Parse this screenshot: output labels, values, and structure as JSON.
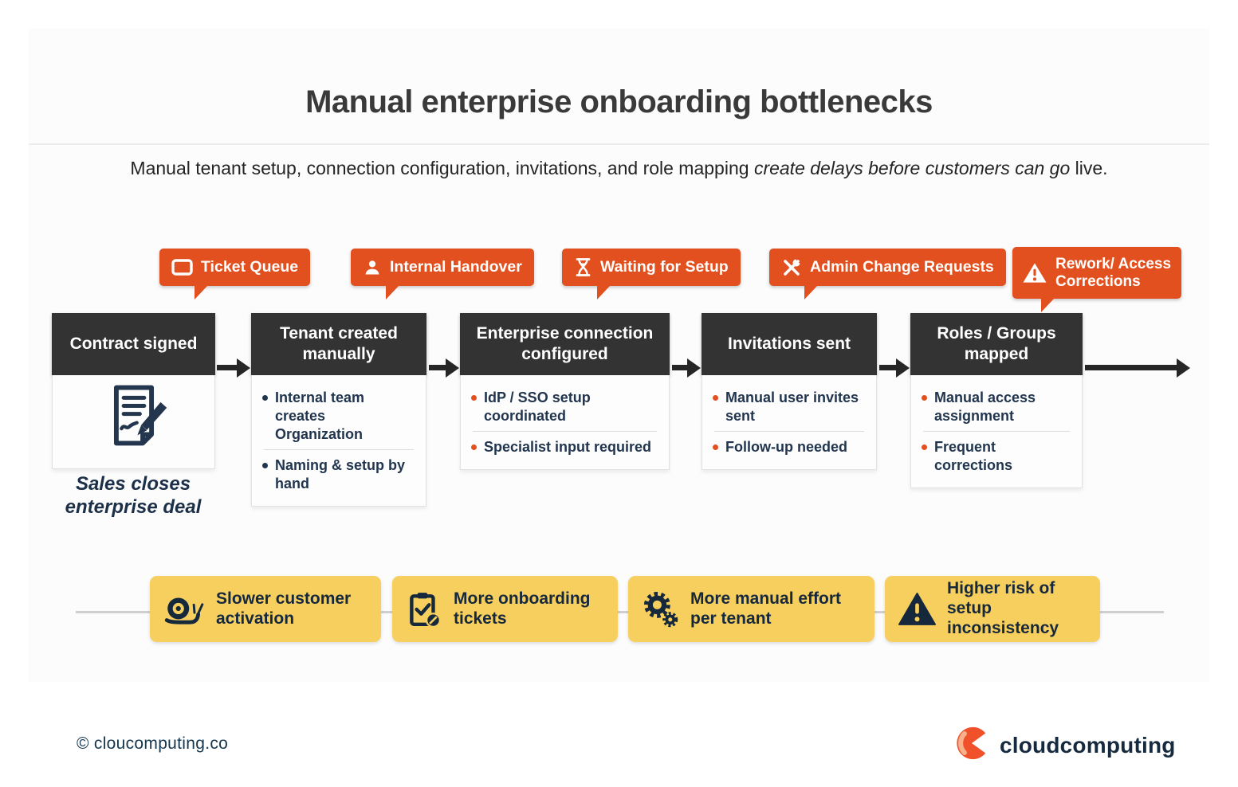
{
  "title": "Manual enterprise onboarding bottlenecks",
  "subtitle": {
    "pre": "Manual tenant setup, connection configuration, invitations, and role mapping ",
    "italic": "create delays before customers can go",
    "post": " live."
  },
  "badges": [
    {
      "label": "Ticket Queue",
      "icon": "ticket-icon"
    },
    {
      "label": "Internal Handover",
      "icon": "person-icon"
    },
    {
      "label": "Waiting for Setup",
      "icon": "hourglass-icon"
    },
    {
      "label": "Admin Change Requests",
      "icon": "crossed-tools-icon"
    },
    {
      "label": "Rework/ Access Corrections",
      "icon": "warning-triangle-icon"
    }
  ],
  "steps": [
    {
      "title": "Contract signed",
      "icon": "signed-contract-icon",
      "caption": "Sales closes enterprise deal",
      "bullets": []
    },
    {
      "title": "Tenant created manually",
      "bullets": [
        "Internal team creates Organization",
        "Naming & setup by hand"
      ]
    },
    {
      "title": "Enterprise connection configured",
      "bullets": [
        "IdP / SSO setup coordinated",
        "Specialist input required"
      ]
    },
    {
      "title": "Invitations sent",
      "bullets": [
        "Manual user invites sent",
        "Follow-up needed"
      ]
    },
    {
      "title": "Roles / Groups mapped",
      "bullets": [
        "Manual access assignment",
        "Frequent corrections"
      ]
    }
  ],
  "impacts": [
    {
      "label": "Slower customer activation",
      "icon": "snail-icon"
    },
    {
      "label": "More onboarding tickets",
      "icon": "clipboard-check-icon"
    },
    {
      "label": "More manual effort per tenant",
      "icon": "gears-icon"
    },
    {
      "label": "Higher risk of setup inconsistency",
      "icon": "warning-triangle-icon"
    }
  ],
  "footer": {
    "copyright": "© cloucomputing.co",
    "brand": "cloudcomputing"
  },
  "colors": {
    "badge_orange": "#E2501F",
    "impact_yellow": "#F7CF5E",
    "header_dark": "#333333",
    "navy_text": "#21354e",
    "logo_orange": "#F0512B"
  }
}
